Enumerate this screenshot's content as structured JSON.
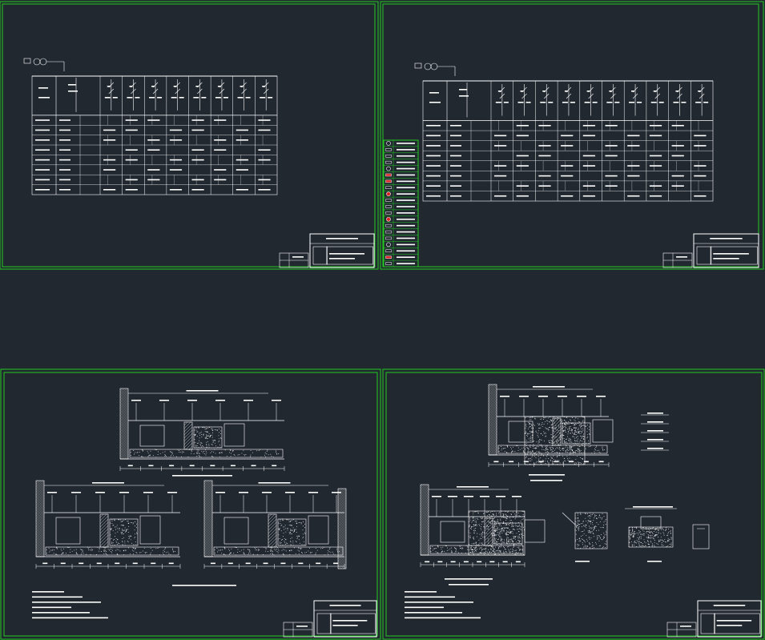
{
  "canvas": {
    "background": "#212830",
    "frame_color": "#22cc22",
    "line_color": "#ffffff",
    "accent_red": "#dd2222"
  },
  "sheets": [
    {
      "id": "sheet-top-left",
      "content": "single-line-schematic",
      "table_rows": 8,
      "branch_count": 8
    },
    {
      "id": "sheet-top-right",
      "content": "single-line-schematic-with-legend",
      "table_rows": 8,
      "branch_count": 10,
      "legend_rows": 20
    },
    {
      "id": "sheet-bottom-left",
      "content": "section-details",
      "note_lines": 6
    },
    {
      "id": "sheet-bottom-right",
      "content": "detail-drawings",
      "note_lines": 6
    }
  ]
}
